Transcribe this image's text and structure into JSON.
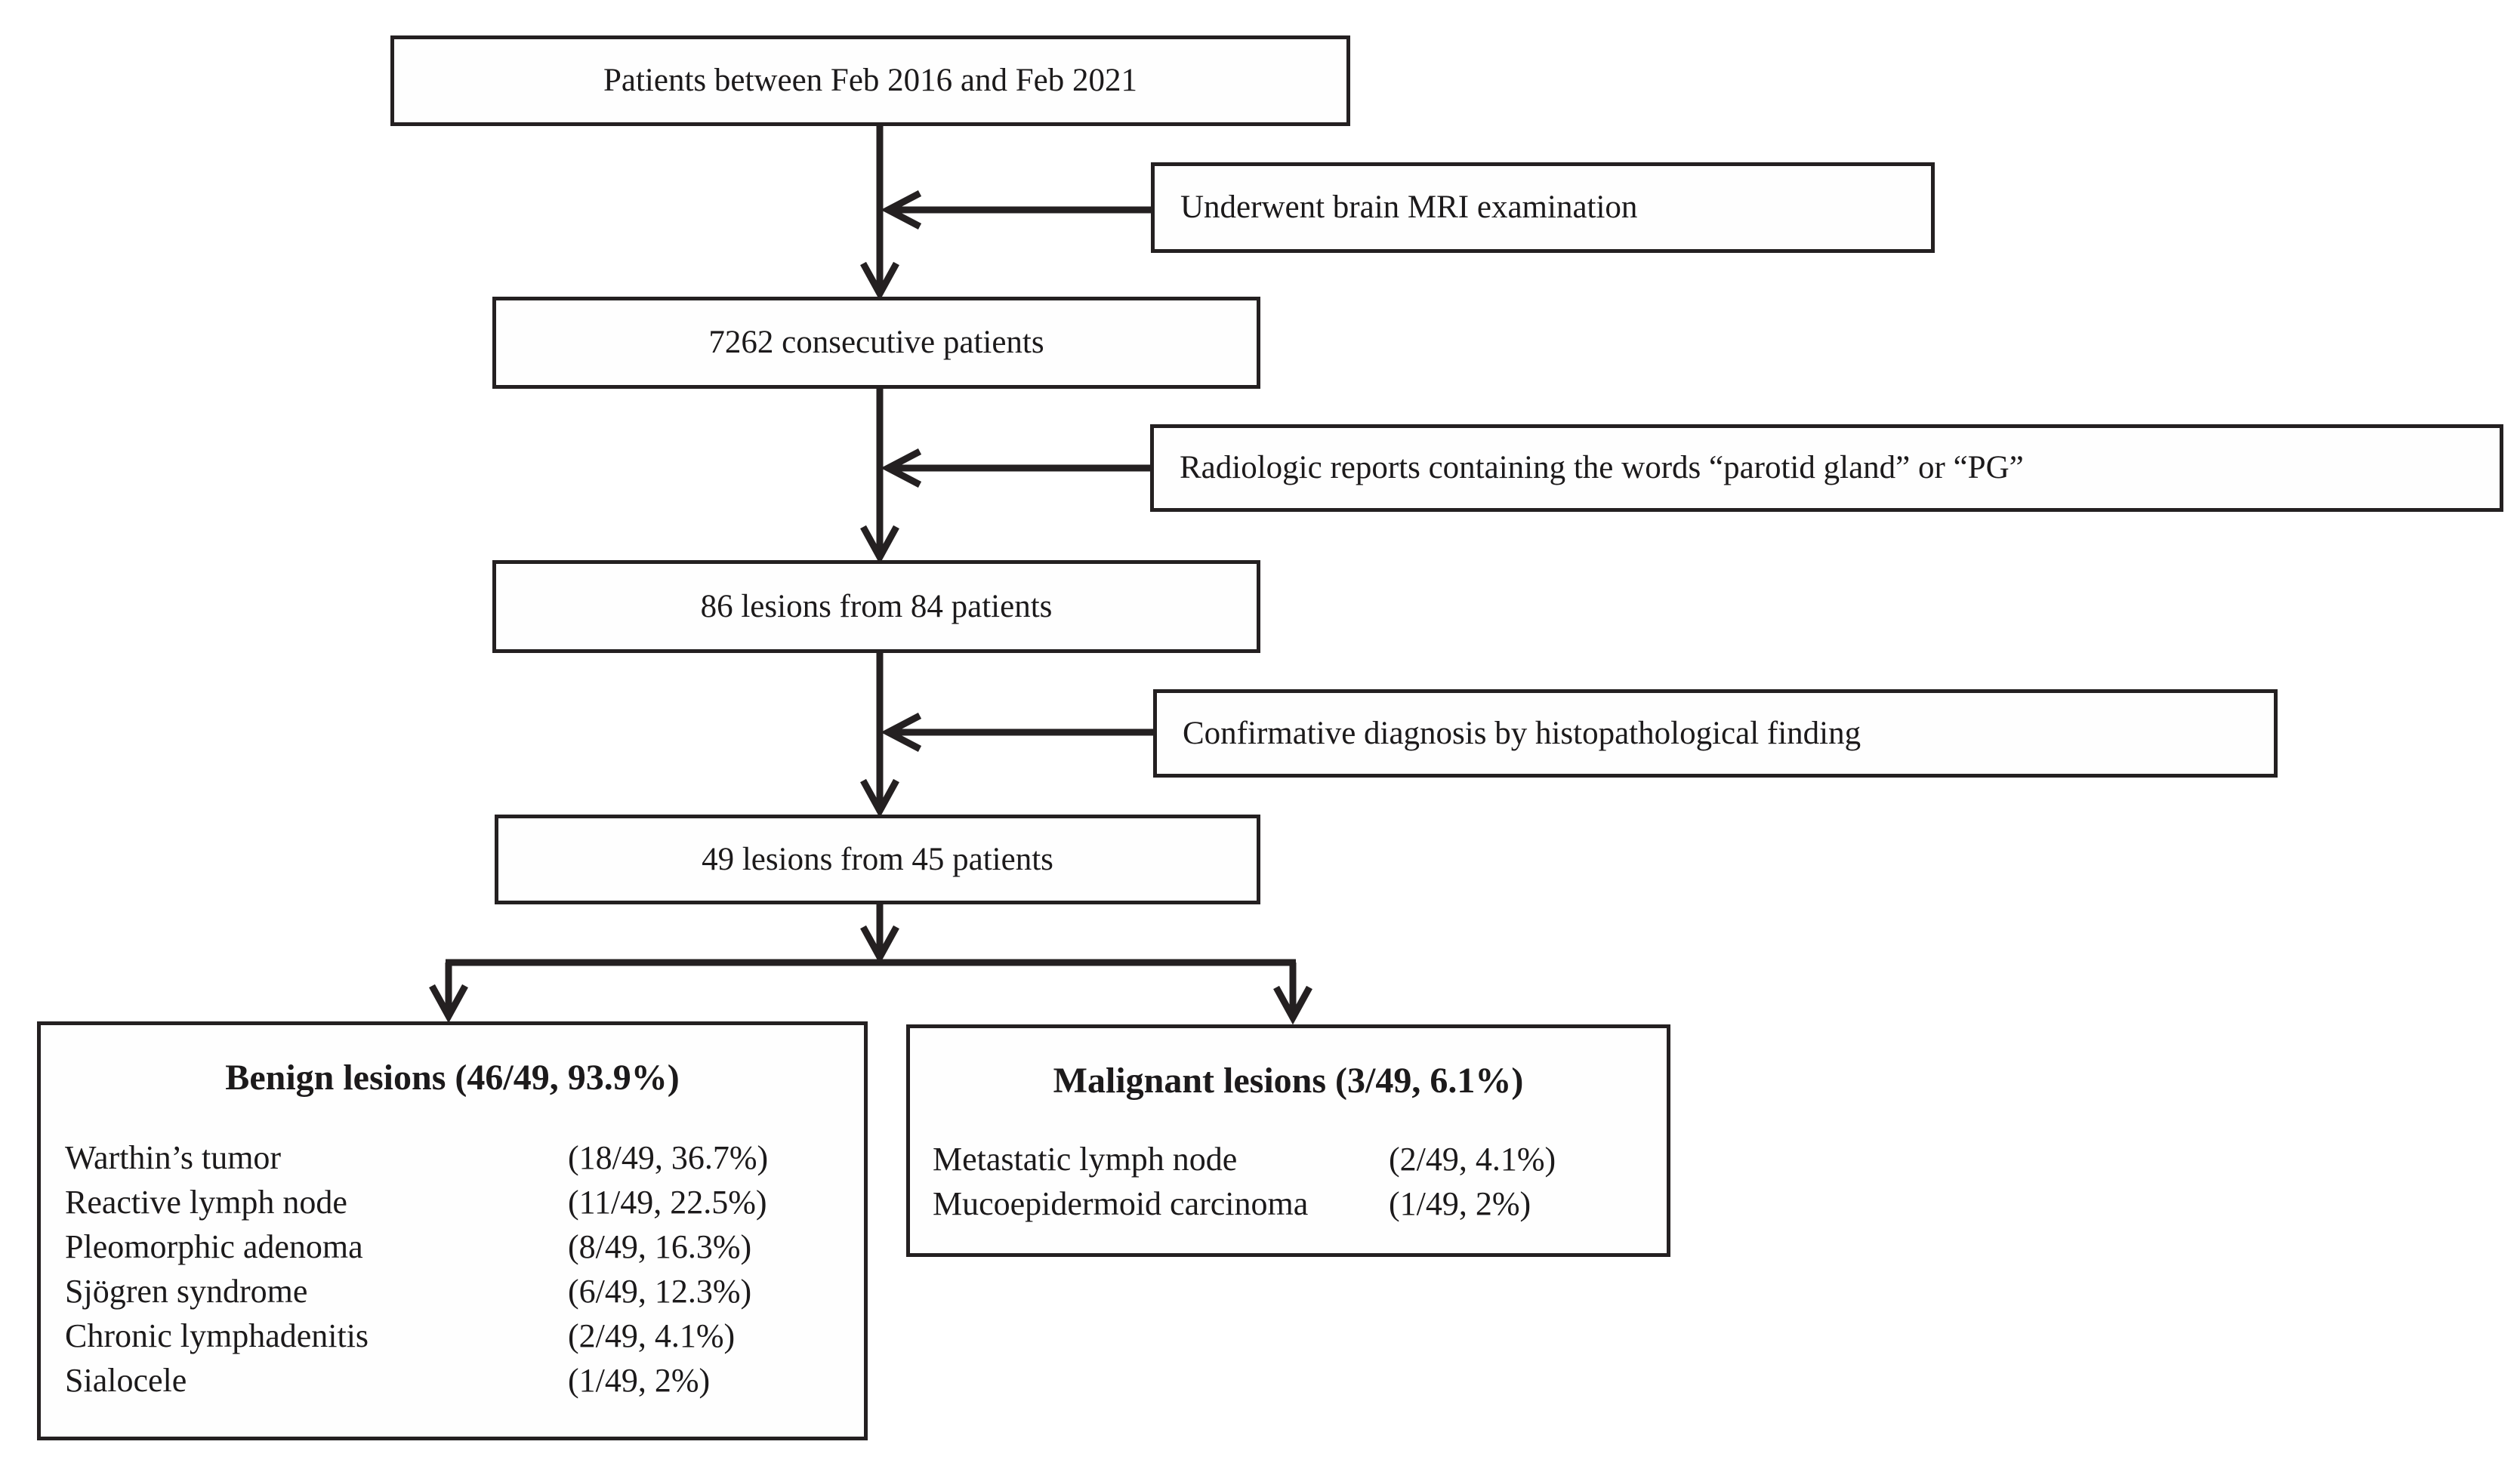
{
  "figure": {
    "type": "patient-selection-flowchart",
    "colors": {
      "line": "#242021",
      "text": "#1c1a1b",
      "background": "#ffffff"
    },
    "start": {
      "label": "Patients between Feb 2016 and Feb 2021"
    },
    "criteria": [
      {
        "label": "Underwent brain MRI examination"
      },
      {
        "label": "Radiologic reports containing the words “parotid gland” or “PG”"
      },
      {
        "label": "Confirmative diagnosis by histopathological finding"
      }
    ],
    "stages": [
      {
        "label": "7262 consecutive patients"
      },
      {
        "label": "86 lesions from 84 patients"
      },
      {
        "label": "49 lesions from 45 patients"
      }
    ],
    "benign": {
      "title": "Benign lesions (46/49, 93.9%)",
      "items": [
        {
          "name": "Warthin’s tumor",
          "value": "(18/49, 36.7%)"
        },
        {
          "name": "Reactive lymph node",
          "value": "(11/49, 22.5%)"
        },
        {
          "name": "Pleomorphic adenoma",
          "value": "(8/49, 16.3%)"
        },
        {
          "name": "Sjögren syndrome",
          "value": "(6/49, 12.3%)"
        },
        {
          "name": "Chronic lymphadenitis",
          "value": "(2/49, 4.1%)"
        },
        {
          "name": "Sialocele",
          "value": "(1/49, 2%)"
        }
      ]
    },
    "malignant": {
      "title": "Malignant lesions (3/49, 6.1%)",
      "items": [
        {
          "name": "Metastatic lymph node",
          "value": "(2/49, 4.1%)"
        },
        {
          "name": "Mucoepidermoid carcinoma",
          "value": "(1/49, 2%)"
        }
      ]
    }
  }
}
